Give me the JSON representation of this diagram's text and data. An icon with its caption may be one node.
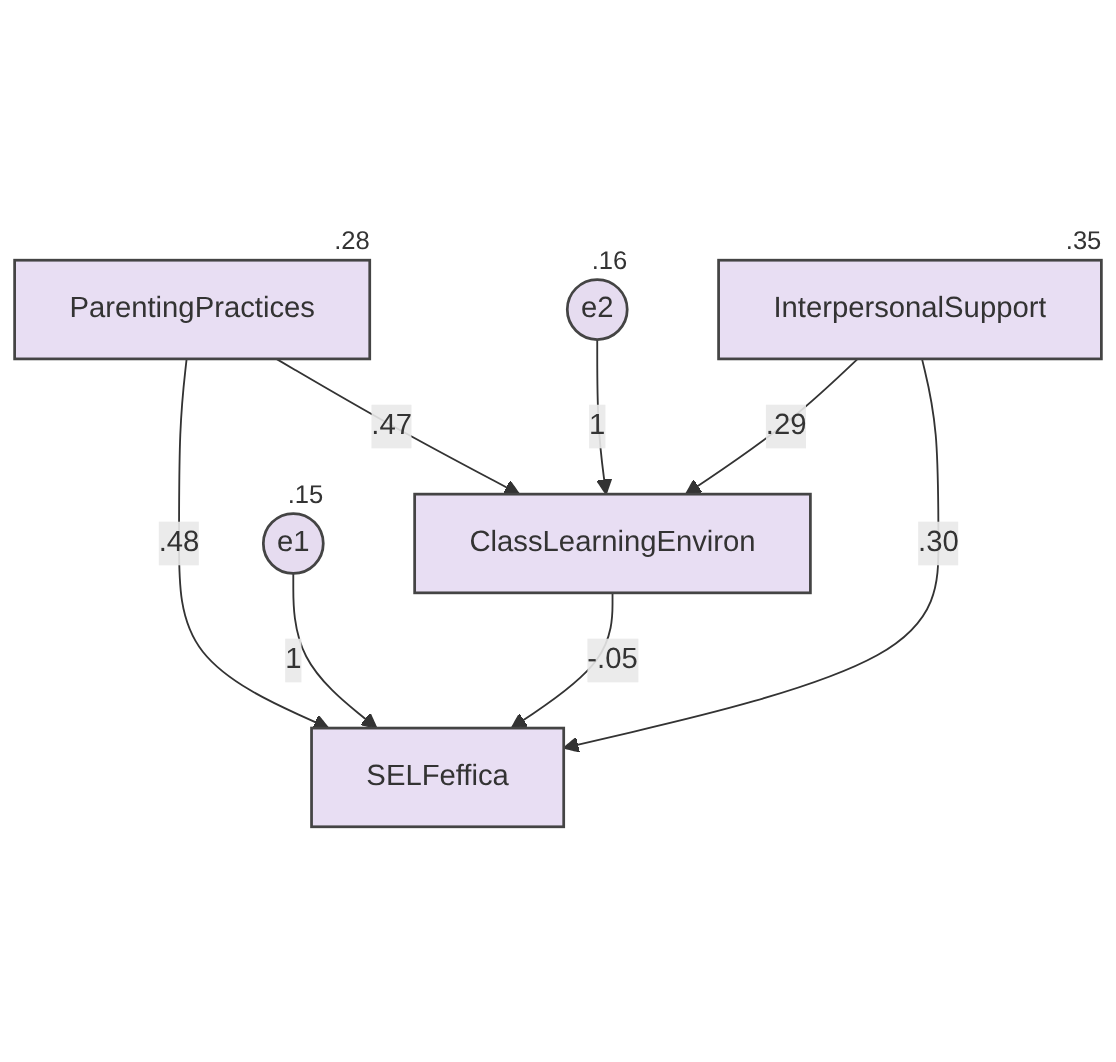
{
  "diagram": {
    "nodes": [
      {
        "text": [
          "ParentingPractices"
        ],
        "beside": [
          ".28"
        ]
      },
      {
        "text": [
          "e2"
        ],
        "beside": [
          ".16"
        ]
      },
      {
        "text": [
          "e1"
        ],
        "beside": [
          ".15"
        ]
      },
      {
        "text": [
          "ClassLearningEnviron"
        ]
      },
      {
        "text": [
          "SELFeffica"
        ]
      },
      {
        "text": [
          "InterpersonalSupport"
        ],
        "beside": [
          ".35"
        ]
      }
    ],
    "edges": [
      {
        "from": 0,
        "to": 3,
        "arrow": "to",
        "label": ".47"
      },
      {
        "from": 0,
        "to": 4,
        "arrow": "to",
        "label": ".48"
      },
      {
        "from": 1,
        "to": 3,
        "arrow": "to",
        "label": "1"
      },
      {
        "from": 2,
        "to": 4,
        "arrow": "to",
        "label": "1"
      },
      {
        "from": 3,
        "to": 4,
        "arrow": "to",
        "label": "-.05"
      },
      {
        "from": 5,
        "to": 3,
        "arrow": "to",
        "label": ".29"
      },
      {
        "from": 5,
        "to": 4,
        "arrow": "to",
        "label": ".30"
      }
    ]
  }
}
